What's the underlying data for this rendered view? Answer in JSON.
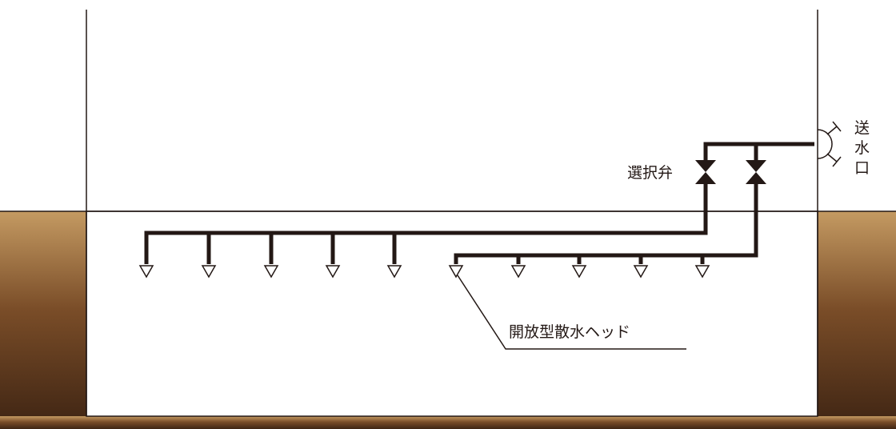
{
  "labels": {
    "selector_valve": "選択弁",
    "water_inlet": [
      "送",
      "水",
      "口"
    ],
    "open_sprinkler_head": "開放型散水ヘッド"
  },
  "colors": {
    "line": "#231815",
    "ground_top": "#c49a62",
    "ground_mid": "#7a4d28",
    "ground_bottom": "#3e2413",
    "background": "#ffffff"
  },
  "sprinkler_groups": [
    {
      "group": "left",
      "head_count": 5
    },
    {
      "group": "right",
      "head_count": 5
    }
  ]
}
